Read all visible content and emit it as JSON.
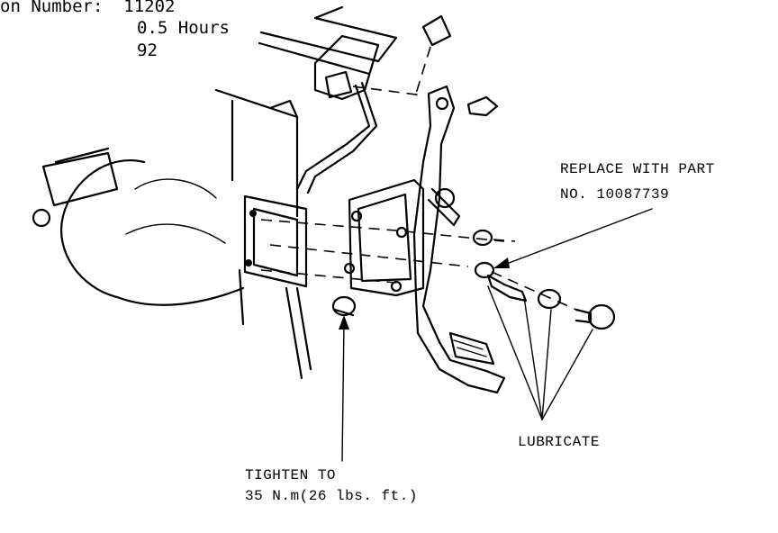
{
  "header": {
    "operation_number": "on Number:  11202",
    "time": "0.5 Hours",
    "year": "92"
  },
  "callouts": {
    "replace_line1": "REPLACE WITH PART",
    "replace_line2": "NO. 10087739",
    "lubricate": "LUBRICATE",
    "tighten_line1": "TIGHTEN TO",
    "tighten_line2": "35 N.m(26 lbs. ft.)"
  }
}
